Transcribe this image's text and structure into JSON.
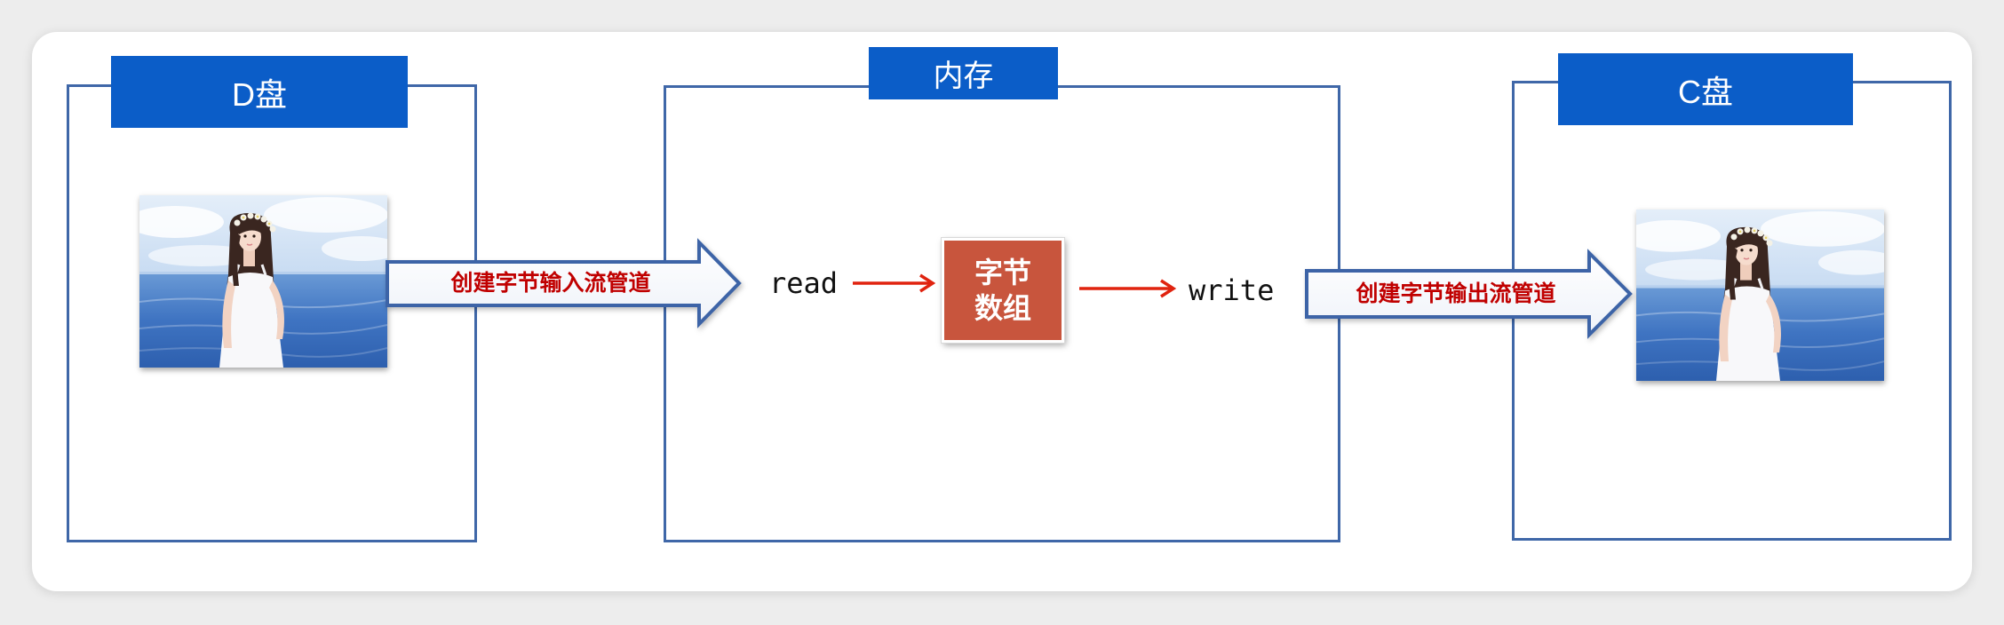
{
  "boxes": {
    "d_drive": {
      "label": "D盘"
    },
    "memory": {
      "label": "内存"
    },
    "c_drive": {
      "label": "C盘"
    }
  },
  "pipes": {
    "input_stream": {
      "label": "创建字节输入流管道"
    },
    "output_stream": {
      "label": "创建字节输出流管道"
    }
  },
  "memory_flow": {
    "read": "read",
    "write": "write",
    "byte_array": {
      "line1": "字节",
      "line2": "数组"
    }
  },
  "pictures": {
    "source_photo": "photo-girl-seaside",
    "target_photo": "photo-girl-seaside"
  },
  "colors": {
    "page_bg": "#ededed",
    "card_bg": "#ffffff",
    "box_border": "#3f67a8",
    "label_bg": "#0b5dc8",
    "label_text": "#ffffff",
    "pipe_outline": "#3d64a7",
    "pipe_label": "#c00000",
    "flow_arrow": "#e0230f",
    "byte_array_bg": "#c8553d"
  }
}
